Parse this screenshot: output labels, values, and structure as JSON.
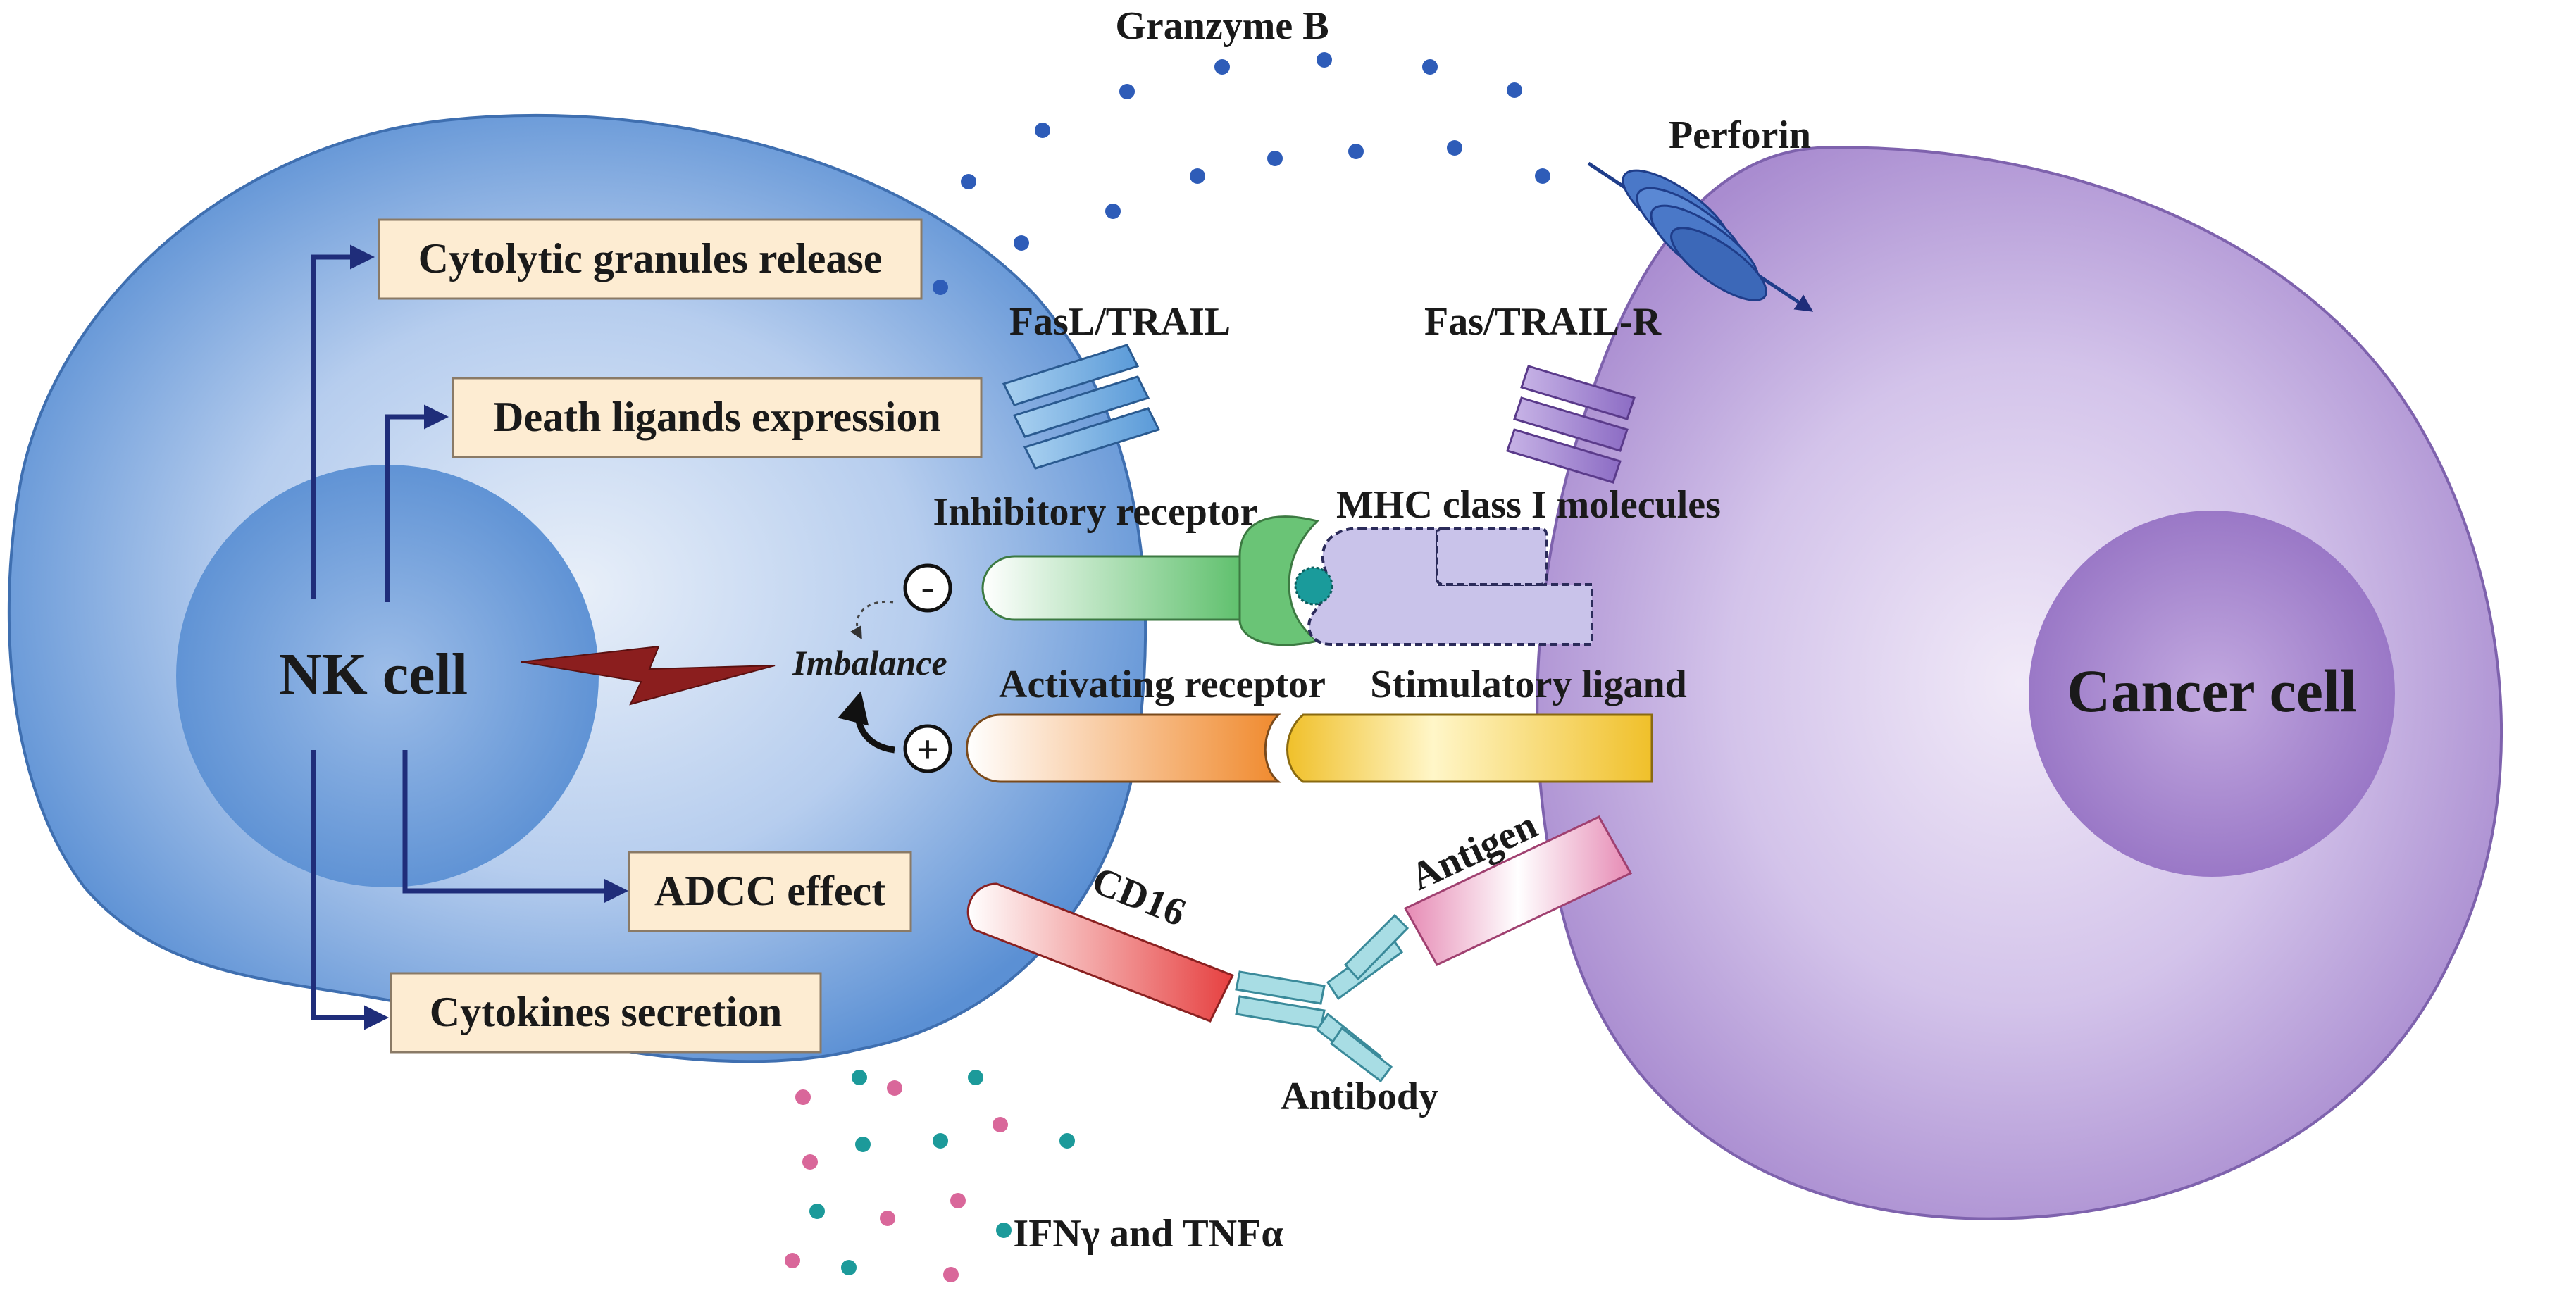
{
  "cells": {
    "nk": {
      "label": "NK cell"
    },
    "cancer": {
      "label": "Cancer cell"
    }
  },
  "functions": {
    "granules": "Cytolytic granules release",
    "death_ligands": "Death ligands expression",
    "adcc": "ADCC effect",
    "cytokines": "Cytokines secretion"
  },
  "labels": {
    "granzyme": "Granzyme B",
    "perforin": "Perforin",
    "fasl": "FasL/TRAIL",
    "fasr": "Fas/TRAIL-R",
    "inhibitory": "Inhibitory receptor",
    "mhc": "MHC class I molecules",
    "imbalance": "Imbalance",
    "activating": "Activating receptor",
    "stimulatory": "Stimulatory ligand",
    "cd16": "CD16",
    "antigen": "Antigen",
    "antibody": "Antibody",
    "ifn": "IFNγ and TNFα",
    "minus": "-",
    "plus": "+"
  },
  "colors": {
    "nk_cell": "#5b90d4",
    "nucleus_nk": "#4f86cc",
    "cancer_cell": "#b39ad4",
    "nucleus_cancer": "#9b74c4",
    "box_fill": "#fdecd2",
    "arrow": "#1f2d7a",
    "lightning": "#8b1e1e",
    "granzyme_dot": "#2e5cb8",
    "pink_dot": "#d9679a",
    "teal_dot": "#1c9a9a"
  }
}
